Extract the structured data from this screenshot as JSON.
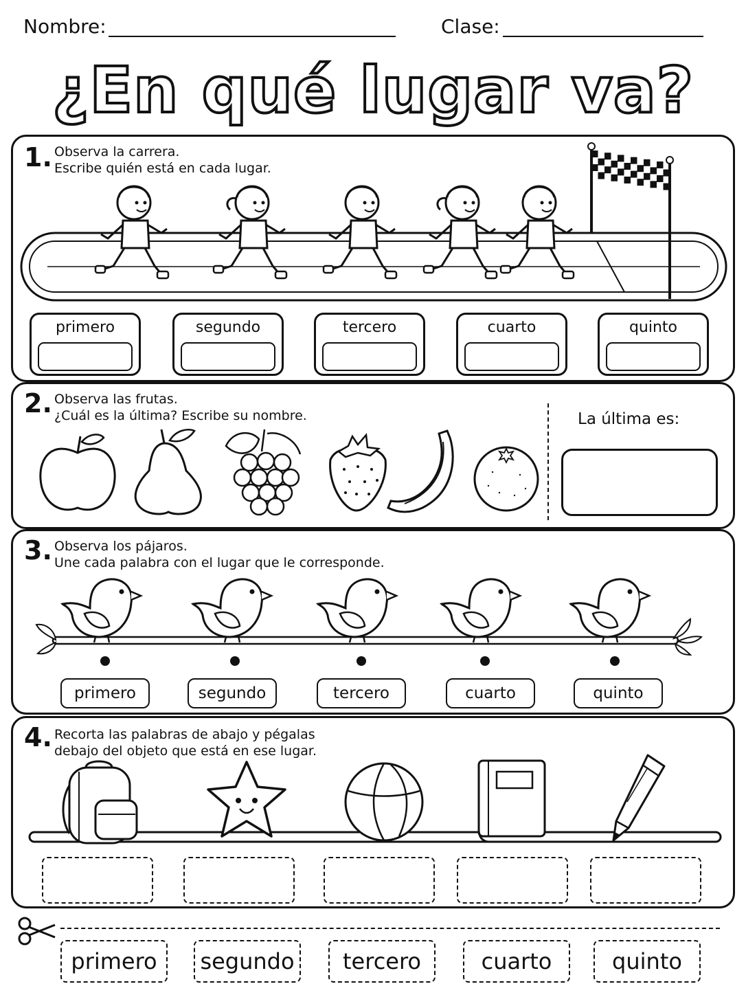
{
  "header": {
    "name_label": "Nombre:",
    "class_label": "Clase:",
    "title": "¿En qué lugar va?"
  },
  "section1": {
    "number": "1.",
    "line1": "Observa la carrera.",
    "line2": "Escribe quién está en cada lugar.",
    "labels": [
      "primero",
      "segundo",
      "tercero",
      "cuarto",
      "quinto"
    ]
  },
  "section2": {
    "number": "2.",
    "line1": "Observa las frutas.",
    "line2": "¿Cuál es la última? Escribe su nombre.",
    "answer_label": "La última es:",
    "fruits": [
      "apple-icon",
      "pear-icon",
      "grapes-icon",
      "strawberry-icon",
      "banana-icon",
      "orange-icon"
    ]
  },
  "section3": {
    "number": "3.",
    "line1": "Observa los pájaros.",
    "line2": "Une cada palabra con el lugar que le corresponde.",
    "labels": [
      "primero",
      "segundo",
      "tercero",
      "cuarto",
      "quinto"
    ]
  },
  "section4": {
    "number": "4.",
    "line1": "Recorta las palabras de abajo y pégalas",
    "line2": "debajo del objeto que está en ese lugar.",
    "objects": [
      "backpack-icon",
      "star-icon",
      "ball-icon",
      "book-icon",
      "pencil-icon"
    ]
  },
  "cutouts": {
    "labels": [
      "primero",
      "segundo",
      "tercero",
      "cuarto",
      "quinto"
    ]
  }
}
